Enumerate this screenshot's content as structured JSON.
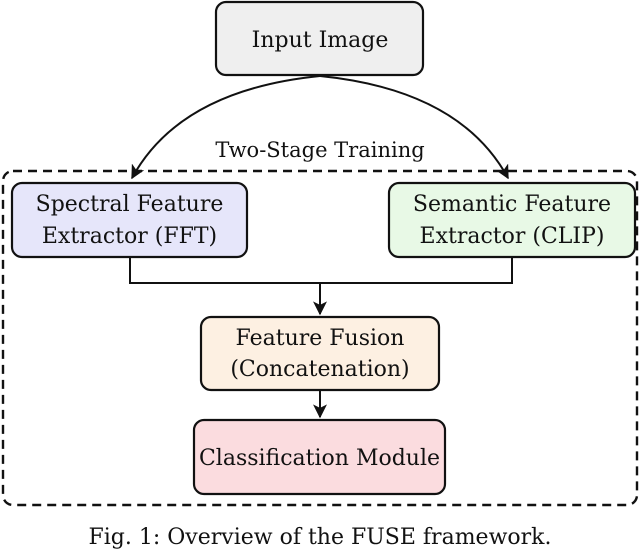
{
  "diagram": {
    "nodes": {
      "input": {
        "label": "Input Image",
        "fill": "#efefef"
      },
      "spectral": {
        "line1": "Spectral Feature",
        "line2": "Extractor (FFT)",
        "fill": "#e6e6fa"
      },
      "semantic": {
        "line1": "Semantic Feature",
        "line2": "Extractor (CLIP)",
        "fill": "#e8f9e6"
      },
      "fusion": {
        "line1": "Feature Fusion",
        "line2": "(Concatenation)",
        "fill": "#fdf0e2"
      },
      "classifier": {
        "label": "Classification Module",
        "fill": "#fbdcdf"
      }
    },
    "group": {
      "label": "Two-Stage Training",
      "border": "dashed"
    },
    "edges": [
      {
        "from": "input",
        "to": "spectral"
      },
      {
        "from": "input",
        "to": "semantic"
      },
      {
        "from": "spectral",
        "to": "fusion"
      },
      {
        "from": "semantic",
        "to": "fusion"
      },
      {
        "from": "fusion",
        "to": "classifier"
      }
    ]
  },
  "caption": "Fig. 1: Overview of the FUSE framework."
}
